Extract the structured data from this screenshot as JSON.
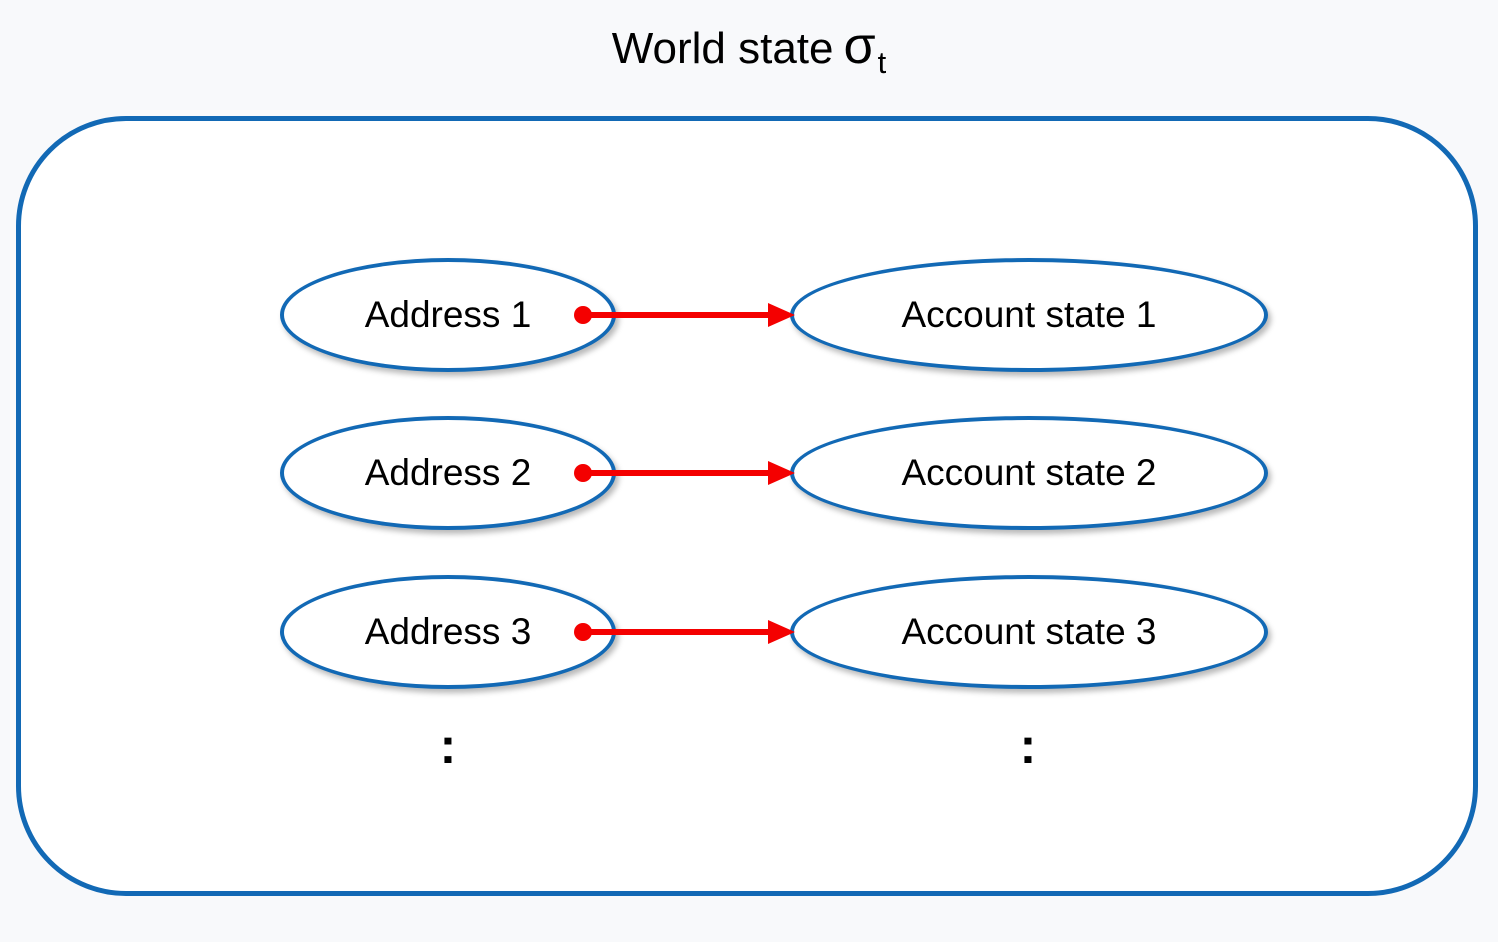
{
  "title": {
    "text": "World state",
    "sigma": "σ",
    "subscript": "t"
  },
  "diagram": {
    "rows": [
      {
        "address": "Address 1",
        "account": "Account state 1"
      },
      {
        "address": "Address 2",
        "account": "Account state 2"
      },
      {
        "address": "Address 3",
        "account": "Account state 3"
      }
    ],
    "ellipsis": {
      "left": ":",
      "right": ":"
    },
    "colors": {
      "node_border": "#1269b5",
      "arrow": "#f40000",
      "text": "#000000",
      "box_fill": "#ffffff",
      "page_background": "#f8f9fb"
    }
  }
}
